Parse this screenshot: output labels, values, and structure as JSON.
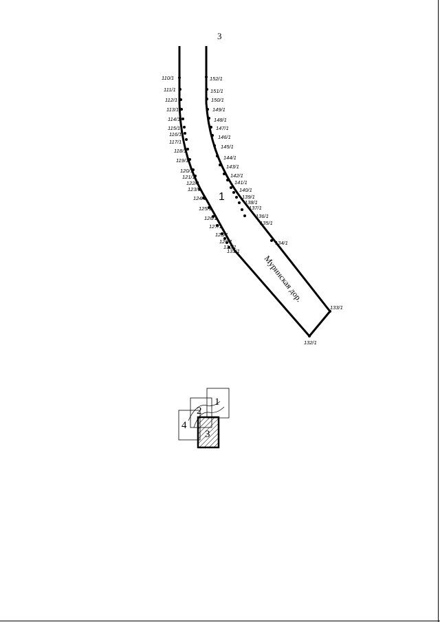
{
  "page": {
    "number": "3"
  },
  "plan": {
    "parcel_number": "1",
    "road_name": "Муринская дор.",
    "left_labels": [
      "110/1",
      "111/1",
      "112/1",
      "113/1",
      "114/1",
      "115/1",
      "116/1",
      "117/1",
      "118/1",
      "119/1",
      "120/1",
      "121/1",
      "122/1",
      "123/1",
      "124/1",
      "125/1",
      "126/1",
      "127/1",
      "128/1",
      "129/1",
      "130/1",
      "131/1",
      "132/1"
    ],
    "right_labels": [
      "152/1",
      "151/1",
      "150/1",
      "149/1",
      "148/1",
      "147/1",
      "146/1",
      "145/1",
      "144/1",
      "143/1",
      "142/1",
      "141/1",
      "140/1",
      "139/1",
      "138/1",
      "137/1",
      "136/1",
      "135/1",
      "134/1",
      "133/1"
    ]
  },
  "scheme": {
    "sheets": [
      "1",
      "2",
      "3",
      "4"
    ],
    "highlighted_sheet": "3"
  }
}
